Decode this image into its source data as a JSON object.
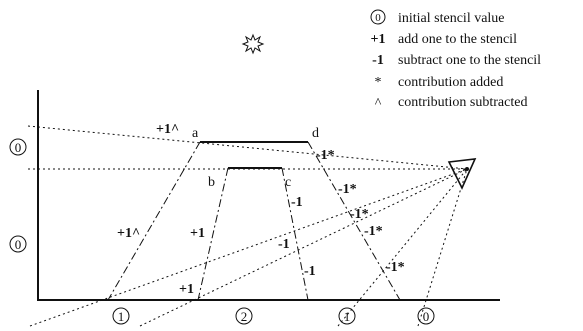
{
  "legend": [
    {
      "symbol": "0",
      "symbol_style": "circled",
      "text": "initial stencil value"
    },
    {
      "symbol": "+1",
      "symbol_style": "bold",
      "text": "add one to the stencil"
    },
    {
      "symbol": "-1",
      "symbol_style": "bold",
      "text": "subtract one to the stencil"
    },
    {
      "symbol": "*",
      "symbol_style": "plain",
      "text": "contribution added"
    },
    {
      "symbol": "^",
      "symbol_style": "plain",
      "text": "contribution subtracted"
    }
  ],
  "vertices": {
    "a": "a",
    "b": "b",
    "c": "c",
    "d": "d"
  },
  "region_values_left": [
    "0",
    "0"
  ],
  "region_values_bottom": [
    "1",
    "2",
    "1",
    "0"
  ],
  "edge_labels": {
    "left_outer_upper": "+1^",
    "left_outer_lower": "+1^",
    "left_inner_mid": "+1",
    "left_inner_bottom": "+1",
    "right_inner_1": "-1",
    "right_inner_2": "-1",
    "right_inner_3": "-1",
    "right_outer_1": "-1*",
    "right_outer_2": "-1*",
    "right_outer_3": "-1*",
    "right_outer_4": "-1*",
    "right_outer_5": "-1*"
  },
  "light_icon": "sun-icon",
  "eye_icon": "eye-icon"
}
